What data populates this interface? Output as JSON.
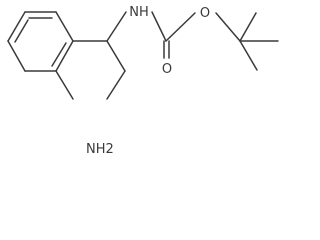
{
  "molecule": {
    "atom_labels": {
      "nh": "NH",
      "ether_o": "O",
      "carbonyl_o": "O",
      "amine": "NH2"
    }
  }
}
